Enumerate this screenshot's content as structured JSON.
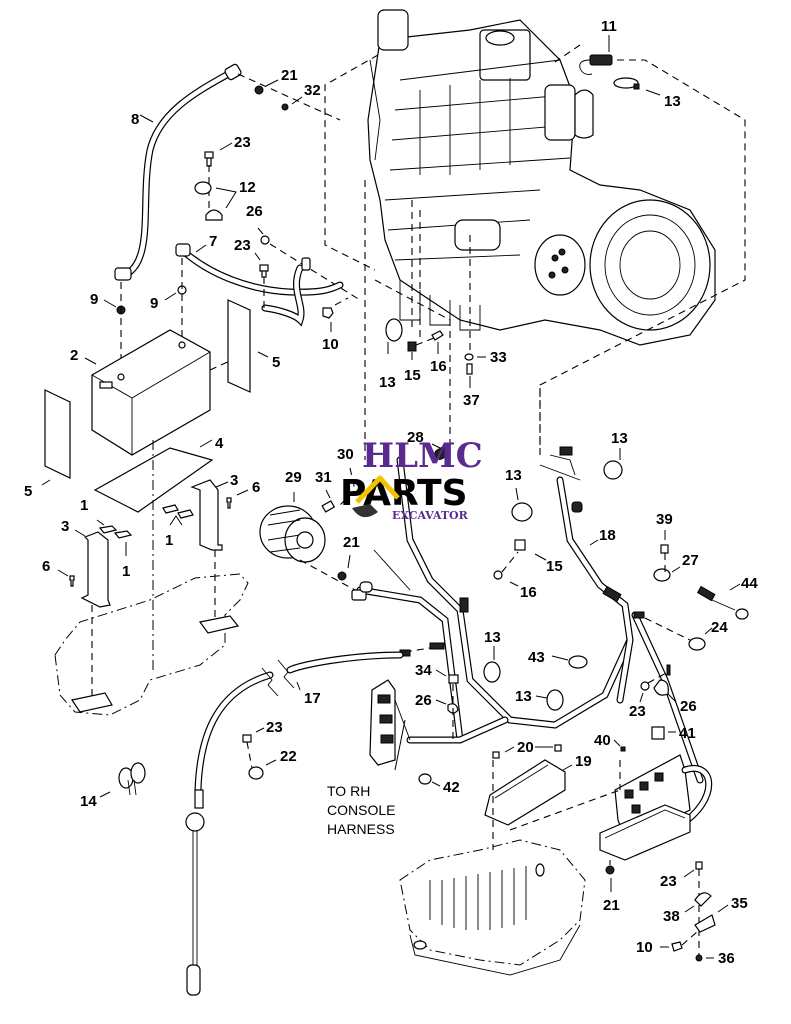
{
  "diagram": {
    "title": "Engine electrical / battery / wiring harness exploded parts diagram",
    "watermark": {
      "line1": "HLMC",
      "line2": "PARTS",
      "line3": "EXCAVATOR",
      "brand_color": "#5b2a91",
      "accent_color": "#f2c200"
    },
    "note": {
      "line1": "TO RH",
      "line2": "CONSOLE",
      "line3": "HARNESS"
    },
    "callouts": {
      "c11": "11",
      "c13a": "13",
      "c21a": "21",
      "c32": "32",
      "c8": "8",
      "c23a": "23",
      "c12": "12",
      "c26a": "26",
      "c7": "7",
      "c23b": "23",
      "c9a": "9",
      "c9b": "9",
      "c10a": "10",
      "c13b": "13",
      "c15a": "15",
      "c16a": "16",
      "c33": "33",
      "c37": "37",
      "c2": "2",
      "c5a": "5",
      "c5b": "5",
      "c4": "4",
      "c3a": "3",
      "c3b": "3",
      "c6a": "6",
      "c6b": "6",
      "c1a": "1",
      "c1b": "1",
      "c1c": "1",
      "c30": "30",
      "c28": "28",
      "c29": "29",
      "c31": "31",
      "c21b": "21",
      "c13c": "13",
      "c13d": "13",
      "c15b": "15",
      "c16b": "16",
      "c18": "18",
      "c39": "39",
      "c27": "27",
      "c44": "44",
      "c24": "24",
      "c13e": "13",
      "c43": "43",
      "c13f": "13",
      "c17": "17",
      "c34": "34",
      "c26b": "26",
      "c23c": "23",
      "c26c": "26",
      "c23d": "23",
      "c22": "22",
      "c14": "14",
      "c40": "40",
      "c41": "41",
      "c20": "20",
      "c19": "19",
      "c42": "42",
      "c21c": "21",
      "c23e": "23",
      "c38": "38",
      "c35": "35",
      "c10b": "10",
      "c36": "36"
    }
  }
}
